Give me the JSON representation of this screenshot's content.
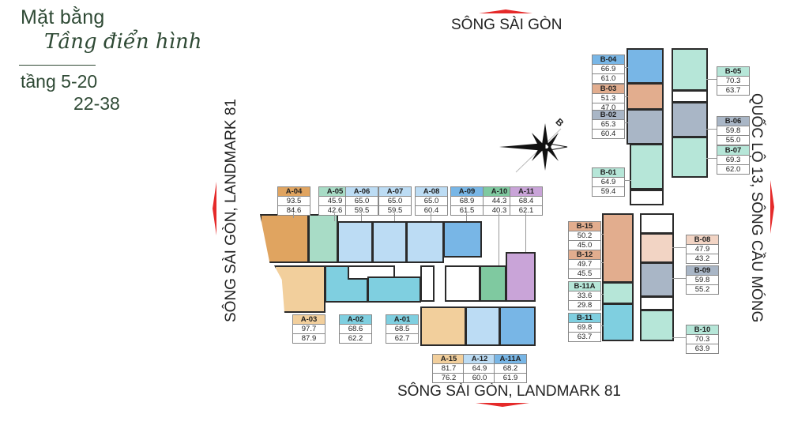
{
  "title": {
    "line1": "Mặt bằng",
    "line2": "Tầng điển hình",
    "floors_line1": "tầng 5-20",
    "floors_line2": "22-38"
  },
  "directions": {
    "top": "SÔNG SÀI GÒN",
    "bottom": "SÔNG SÀI GÒN, LANDMARK 81",
    "left": "SÔNG SÀI GÒN, LANDMARK 81",
    "right": "QUỐC LỘ 13, SÔNG CẦU MÓNG",
    "arrow_color": "#e52a2a"
  },
  "compass": {
    "label": "B",
    "icon": "compass-rose-icon"
  },
  "colors": {
    "orange": "#e0a460",
    "peach": "#f2cf9c",
    "mint": "#a8dcc6",
    "lightblue": "#bcdcf4",
    "blue": "#78b6e6",
    "cyan": "#7fcfe0",
    "green": "#7fc9a0",
    "purple": "#c9a4d8",
    "salmon": "#e2ad8e",
    "slate": "#a9b6c6",
    "paleteal": "#b6e6d8",
    "pink": "#f2d4c4"
  },
  "units": [
    {
      "code": "A-04",
      "area1": "93.5",
      "area2": "84.6",
      "color": "#e0a460"
    },
    {
      "code": "A-05",
      "area1": "45.9",
      "area2": "42.6",
      "color": "#a8dcc6"
    },
    {
      "code": "A-06",
      "area1": "65.0",
      "area2": "59.5",
      "color": "#bcdcf4"
    },
    {
      "code": "A-07",
      "area1": "65.0",
      "area2": "59.5",
      "color": "#bcdcf4"
    },
    {
      "code": "A-08",
      "area1": "65.0",
      "area2": "60.4",
      "color": "#bcdcf4"
    },
    {
      "code": "A-09",
      "area1": "68.9",
      "area2": "61.5",
      "color": "#78b6e6"
    },
    {
      "code": "A-10",
      "area1": "44.3",
      "area2": "40.3",
      "color": "#7fc9a0"
    },
    {
      "code": "A-11",
      "area1": "68.4",
      "area2": "62.1",
      "color": "#c9a4d8"
    },
    {
      "code": "A-03",
      "area1": "97.7",
      "area2": "87.9",
      "color": "#f2cf9c"
    },
    {
      "code": "A-02",
      "area1": "68.6",
      "area2": "62.2",
      "color": "#7fcfe0"
    },
    {
      "code": "A-01",
      "area1": "68.5",
      "area2": "62.7",
      "color": "#7fcfe0"
    },
    {
      "code": "A-15",
      "area1": "81.7",
      "area2": "76.2",
      "color": "#f2cf9c"
    },
    {
      "code": "A-12",
      "area1": "64.9",
      "area2": "60.0",
      "color": "#bcdcf4"
    },
    {
      "code": "A-11A",
      "area1": "68.2",
      "area2": "61.9",
      "color": "#78b6e6"
    },
    {
      "code": "B-04",
      "area1": "66.9",
      "area2": "61.0",
      "color": "#78b6e6"
    },
    {
      "code": "B-03",
      "area1": "51.3",
      "area2": "47.0",
      "color": "#e2ad8e"
    },
    {
      "code": "B-02",
      "area1": "65.3",
      "area2": "60.4",
      "color": "#a9b6c6"
    },
    {
      "code": "B-01",
      "area1": "64.9",
      "area2": "59.4",
      "color": "#b6e6d8"
    },
    {
      "code": "B-05",
      "area1": "70.3",
      "area2": "63.7",
      "color": "#b6e6d8"
    },
    {
      "code": "B-06",
      "area1": "59.8",
      "area2": "55.0",
      "color": "#a9b6c6"
    },
    {
      "code": "B-07",
      "area1": "69.3",
      "area2": "62.0",
      "color": "#b6e6d8"
    },
    {
      "code": "B-15",
      "area1": "50.2",
      "area2": "45.0",
      "color": "#e2ad8e"
    },
    {
      "code": "B-12",
      "area1": "49.7",
      "area2": "45.5",
      "color": "#e2ad8e"
    },
    {
      "code": "B-11A",
      "area1": "33.6",
      "area2": "29.8",
      "color": "#b6e6d8"
    },
    {
      "code": "B-11",
      "area1": "69.8",
      "area2": "63.7",
      "color": "#7fcfe0"
    },
    {
      "code": "B-08",
      "area1": "47.9",
      "area2": "43.2",
      "color": "#f2d4c4"
    },
    {
      "code": "B-09",
      "area1": "59.8",
      "area2": "55.2",
      "color": "#a9b6c6"
    },
    {
      "code": "B-10",
      "area1": "70.3",
      "area2": "63.9",
      "color": "#b6e6d8"
    }
  ]
}
